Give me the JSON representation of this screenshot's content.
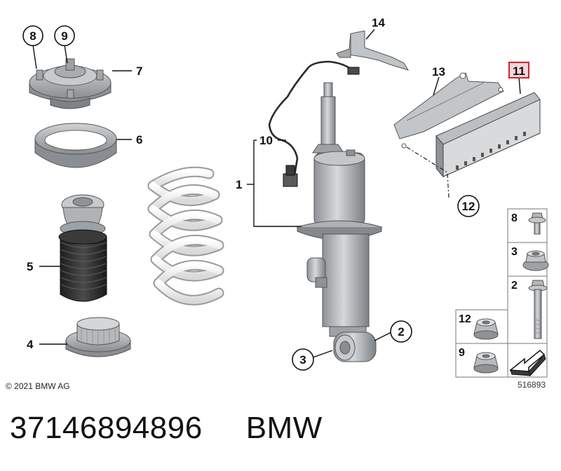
{
  "diagram": {
    "labels": {
      "l1": "1",
      "l2": "2",
      "l3": "3",
      "l4": "4",
      "l5": "5",
      "l6": "6",
      "l7": "7",
      "l8": "8",
      "l9": "9",
      "l10": "10",
      "l11": "11",
      "l12": "12",
      "l13": "13",
      "l14": "14"
    },
    "legend": {
      "p8": "8",
      "p3": "3",
      "p2": "2",
      "p12": "12",
      "p9": "9"
    },
    "copyright": "© 2021 BMW AG",
    "diagram_number": "516893"
  },
  "caption": {
    "part_number": "37146894896",
    "brand": "BMW"
  },
  "colors": {
    "part_gray": "#b9bcbf",
    "part_dark": "#2b2b2b",
    "highlight_red": "#d0262e",
    "highlight_fill": "#f6d6d8",
    "spring_white": "#f3f3f3"
  }
}
